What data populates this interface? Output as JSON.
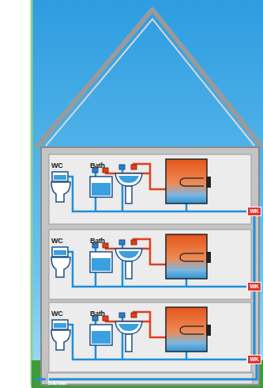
{
  "diagram": {
    "nodes": [
      {
        "text": [
          "WK"
        ]
      },
      {
        "text": [
          "WK"
        ]
      },
      {
        "text": [
          "WK"
        ]
      }
    ],
    "edges": [
      {
        "from": 2,
        "to": 1,
        "arrow": "none"
      },
      {
        "from": 1,
        "to": 0,
        "arrow": "none"
      }
    ],
    "labels": [
      "WC",
      "Bath",
      "WC",
      "Bath",
      "WC",
      "Bath",
      "Cold Inlet"
    ]
  }
}
